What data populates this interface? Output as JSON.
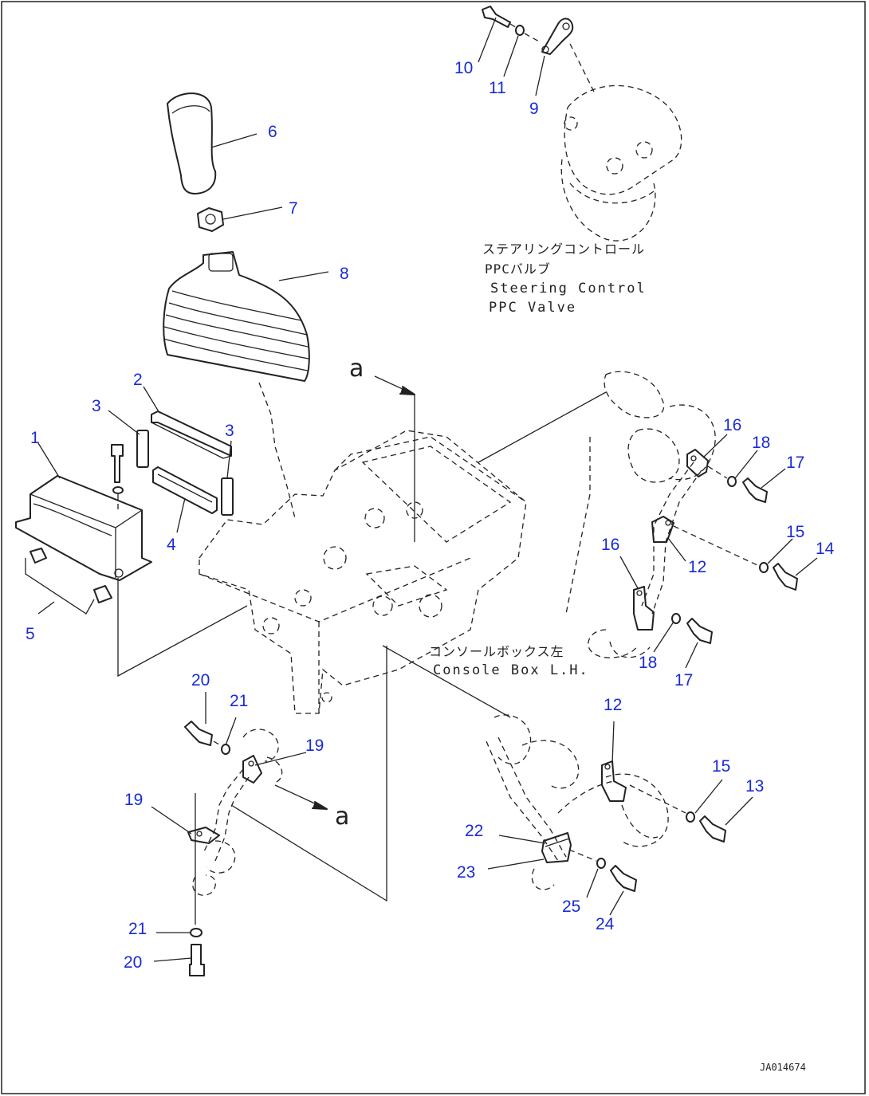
{
  "labels": {
    "valve_jp_line1": "ステアリングコントロール",
    "valve_jp_line2": "PPCバルブ",
    "valve_en_line1": "Steering Control",
    "valve_en_line2": "PPC Valve",
    "console_jp": "コンソールボックス左",
    "console_en": "Console Box L.H.",
    "view_mark_top": "a",
    "view_mark_bottom": "a",
    "drawing_code": "JA014674"
  },
  "callouts": [
    "1",
    "2",
    "3",
    "3",
    "4",
    "5",
    "6",
    "7",
    "8",
    "9",
    "10",
    "11",
    "12",
    "12",
    "13",
    "14",
    "15",
    "15",
    "16",
    "16",
    "17",
    "17",
    "18",
    "18",
    "19",
    "19",
    "20",
    "20",
    "21",
    "21",
    "22",
    "23",
    "24",
    "25"
  ],
  "colors": {
    "callout": "#1a2bd6",
    "line": "#222222",
    "background": "#ffffff"
  }
}
